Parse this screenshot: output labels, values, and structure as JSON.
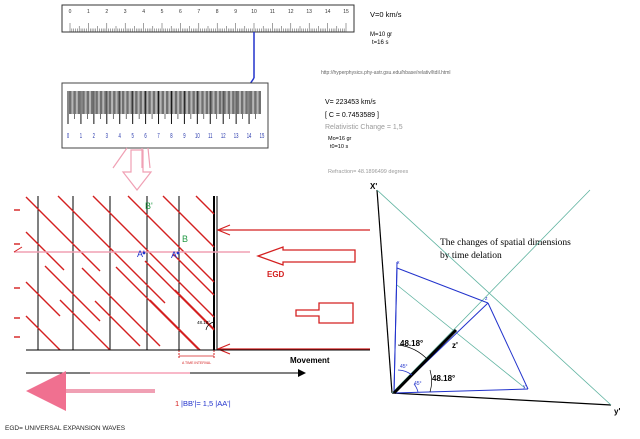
{
  "ruler": {
    "ticks": [
      "0",
      "1",
      "2",
      "3",
      "4",
      "5",
      "6",
      "7",
      "8",
      "9",
      "10",
      "11",
      "12",
      "13",
      "14",
      "15"
    ]
  },
  "rest_frame": {
    "velocity": "V=0 km/s",
    "mass": "M=10 gr",
    "time": "t=16 s"
  },
  "url": "http://hyperphysics.phy-astr.gsu.edu/hbase/relativ/ltdil.html",
  "moving_frame": {
    "velocity": "V= 223453 km/s",
    "ratio": "[ C = 0.7453589 ]",
    "relativistic_change": "Relativistic Change = 1,5",
    "mass": "Mo=16 gr",
    "time": "t0=10 s",
    "refraction": "Refraction= 48.1896499 degrees"
  },
  "compressed_ruler": {
    "digits": [
      "0",
      "1",
      "2",
      "3",
      "4",
      "5",
      "6",
      "7",
      "8",
      "9",
      "10",
      "11",
      "12",
      "13",
      "14",
      "15"
    ]
  },
  "left_diagram": {
    "label_a1": "A'",
    "label_a2": "A",
    "label_b1": "B'",
    "label_b2": "B",
    "wave_label": "EGD",
    "angle_label": "48.18°",
    "interval_label": "A TIME INTERVAL",
    "movement_label": "Movement",
    "equation_prefix": "1",
    "equation": "|BB'|= 1,5 |AA'|",
    "footnote": "EGD= UNIVERSAL EXPANSION WAVES"
  },
  "right_diagram": {
    "title_line1": "The changes of spatial dimensions",
    "title_line2": "by time delation",
    "axis_x_prime": "X'",
    "axis_y_prime": "y'",
    "axis_z_prime": "z'",
    "small_x": "x",
    "small_y": "y",
    "small_z": "z",
    "angle_upper": "48.18°",
    "angle_lower": "48.18°",
    "angle_45a": "45°",
    "angle_45b": "45°"
  },
  "colors": {
    "red": "#d42020",
    "pink": "#f0a0b4",
    "blue": "#2233cc",
    "green": "#229944",
    "teal": "#5fb3a0",
    "gray_text": "#9a9a9a"
  }
}
